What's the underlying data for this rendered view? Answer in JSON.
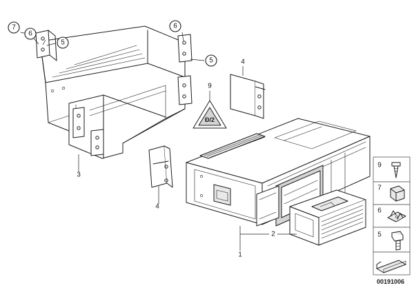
{
  "callouts": {
    "c7": "7",
    "c6_left": "6",
    "c5_left": "5",
    "c6_right": "6",
    "c5_right": "5",
    "c9": "9"
  },
  "labels": {
    "l3": "3",
    "l4_upper": "4",
    "l4_lower": "4",
    "l1": "1",
    "l2": "2"
  },
  "legend": {
    "items": [
      {
        "number": "9",
        "icon": "screw-icon"
      },
      {
        "number": "7",
        "icon": "clip-nut-icon"
      },
      {
        "number": "6",
        "icon": "spring-clip-icon"
      },
      {
        "number": "5",
        "icon": "bolt-icon"
      },
      {
        "number": "",
        "icon": "shim-wedge-icon"
      }
    ]
  },
  "warning_symbol": {
    "icon": "warning-triangle-icon",
    "text": "Đ/2"
  },
  "document_number": "00191006",
  "colors": {
    "line": "#1a1a1a",
    "legend_frame": "#555555",
    "background": "#ffffff"
  }
}
